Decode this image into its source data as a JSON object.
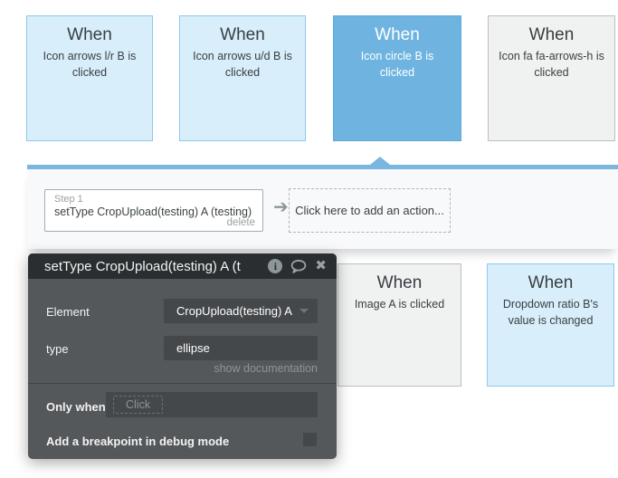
{
  "colors": {
    "accent_blue": "#79b7e0",
    "card_lightblue_bg": "#d8eefb",
    "card_lightblue_border": "#8ccaec",
    "card_selected_bg": "#6fb4e1",
    "card_gray_bg": "#f0f1f1",
    "popup_header_bg": "#2a2e30",
    "popup_body_bg": "#55585b",
    "popup_field_bg": "#45484b"
  },
  "top_events": [
    {
      "title": "When",
      "subtitle": "Icon arrows l/r B is clicked"
    },
    {
      "title": "When",
      "subtitle": "Icon arrows u/d B is clicked"
    },
    {
      "title": "When",
      "subtitle": "Icon circle B is clicked"
    },
    {
      "title": "When",
      "subtitle": "Icon fa fa-arrows-h is clicked"
    }
  ],
  "bottom_events": [
    {
      "title": "When",
      "subtitle": "Image A is clicked"
    },
    {
      "title": "When",
      "subtitle": "Dropdown ratio B's value is changed"
    }
  ],
  "workflow": {
    "step_label": "Step 1",
    "step_action": "setType CropUpload(testing) A (testing)",
    "delete_label": "delete",
    "arrow_glyph": "➔",
    "add_action_label": "Click here to add an action..."
  },
  "popup": {
    "title": "setType CropUpload(testing) A (t",
    "icons": {
      "info_glyph": "i",
      "close_glyph": "✖"
    },
    "element_label": "Element",
    "element_value": "CropUpload(testing) A",
    "type_label": "type",
    "type_value": "ellipse",
    "show_documentation_label": "show documentation",
    "only_when_label": "Only when",
    "only_when_placeholder": "Click",
    "breakpoint_label": "Add a breakpoint in debug mode"
  }
}
